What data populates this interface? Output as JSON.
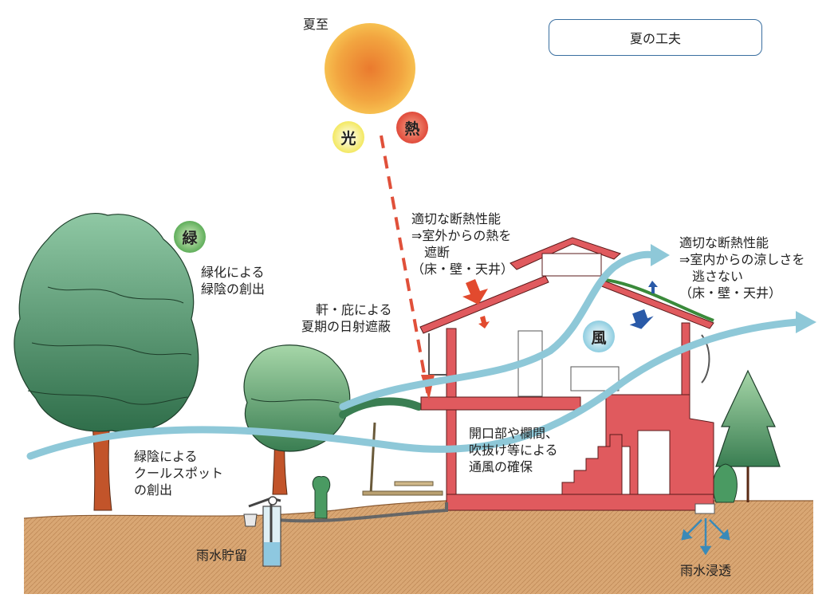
{
  "title": "夏の工夫",
  "sun_label": "夏至",
  "badges": {
    "light": "光",
    "heat": "熱",
    "green": "緑",
    "wind": "風"
  },
  "labels": {
    "greening": [
      "緑化による",
      "緑陰の創出"
    ],
    "eaves": [
      "軒・庇による",
      "夏期の日射遮蔽"
    ],
    "insulation_out": [
      "適切な断熱性能",
      "⇒室外からの熱を",
      "　遮断",
      "（床・壁・天井）"
    ],
    "insulation_in": [
      "適切な断熱性能",
      "⇒室内からの涼しさを",
      "　逃さない",
      "（床・壁・天井）"
    ],
    "ventilation": [
      "開口部や欄間、",
      "吹抜け等による",
      "通風の確保"
    ],
    "coolspot": [
      "緑陰による",
      "クールスポット",
      "の創出"
    ],
    "rain_storage": "雨水貯留",
    "rain_infiltration": "雨水浸透"
  },
  "colors": {
    "wind": "#8ec8d8",
    "house_red": "#e05a5e",
    "soil": "#d8a572",
    "tree_green": "#3e8a5e",
    "sun": "#f0a030",
    "heat_dash": "#e0503a",
    "title_border": "#3a6fa0"
  }
}
